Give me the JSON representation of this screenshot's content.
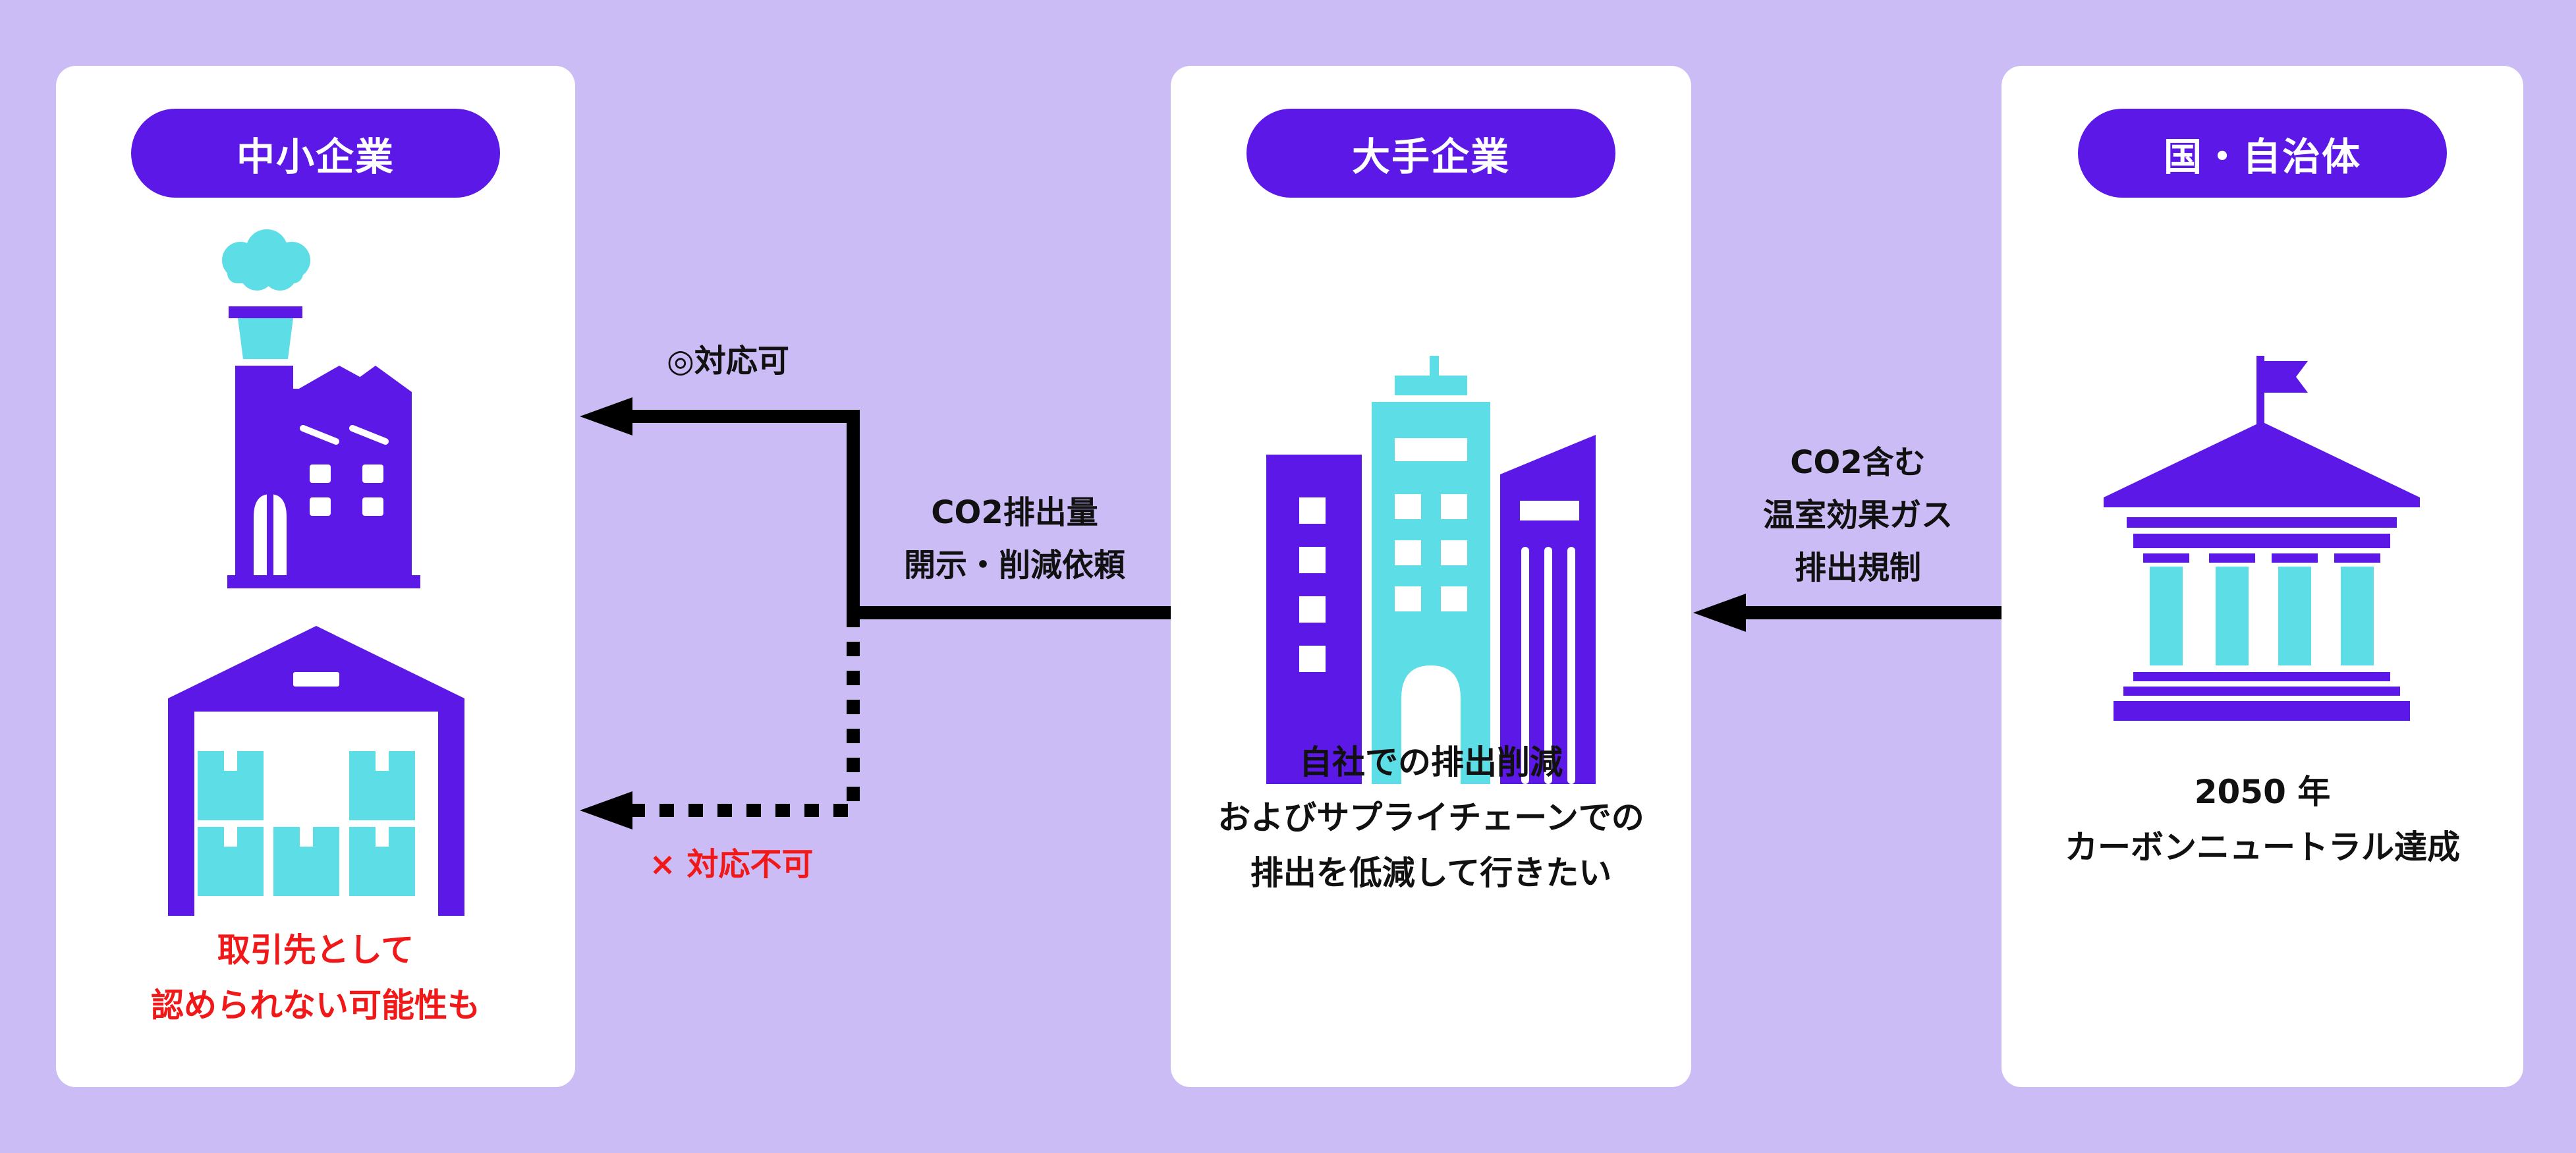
{
  "panels": {
    "sme": {
      "title": "中小企業",
      "note_lines": [
        "取引先として",
        "認められない可能性も"
      ],
      "note_color": "#f01818"
    },
    "large": {
      "title": "大手企業",
      "desc_lines": [
        "自社での排出削減",
        "およびサプライチェーンでの",
        "排出を低減して行きたい"
      ]
    },
    "gov": {
      "title": "国・自治体",
      "desc_lines": [
        "2050 年",
        "カーボンニュートラル達成"
      ]
    }
  },
  "arrows": {
    "request": {
      "lines": [
        "CO2排出量",
        "開示・削減依頼"
      ]
    },
    "can_respond": {
      "label": "◎対応可"
    },
    "cannot_respond": {
      "label": "× 対応不可"
    },
    "regulation": {
      "lines": [
        "CO2含む",
        "温室効果ガス",
        "排出規制"
      ]
    }
  },
  "icons": {
    "sme_top": "factory-icon",
    "sme_bottom": "warehouse-icon",
    "large": "office-buildings-icon",
    "gov": "government-building-icon"
  },
  "colors": {
    "background": "#ccbcf5",
    "accent_purple": "#5b18e6",
    "cyan": "#5ddde6",
    "warning_red": "#f01818"
  }
}
